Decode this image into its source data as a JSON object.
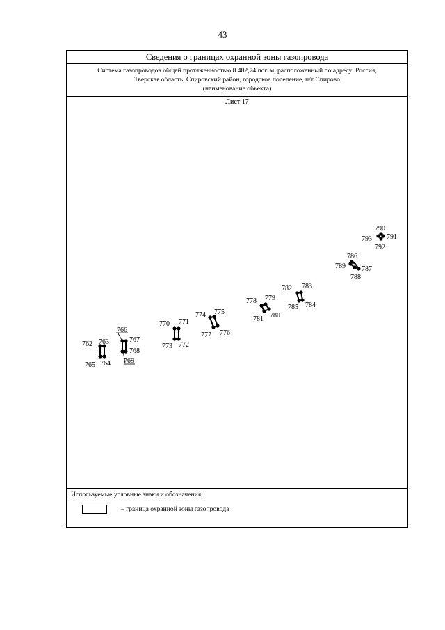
{
  "page_number": "43",
  "header": {
    "title": "Сведения о границах охранной зоны газопровода",
    "object_line1": "Система газопроводов общей протяженностью 8 482,74 пог. м, расположенный по адресу: Россия,",
    "object_line2": "Тверская область, Спировский район, городское поселение, п/т Спирово",
    "object_caption": "(наименование объекта)"
  },
  "sheet_label": "Лист 17",
  "point_labels": [
    "762",
    "763",
    "764",
    "765",
    "766",
    "767",
    "768",
    "769",
    "770",
    "771",
    "772",
    "773",
    "774",
    "775",
    "776",
    "777",
    "778",
    "779",
    "780",
    "781",
    "782",
    "783",
    "784",
    "785",
    "786",
    "787",
    "788",
    "789",
    "790",
    "791",
    "792",
    "793"
  ],
  "legend": {
    "title": "Используемые условные знаки и обозначения:",
    "item_text": "– граница охранной зоны газопровода"
  }
}
